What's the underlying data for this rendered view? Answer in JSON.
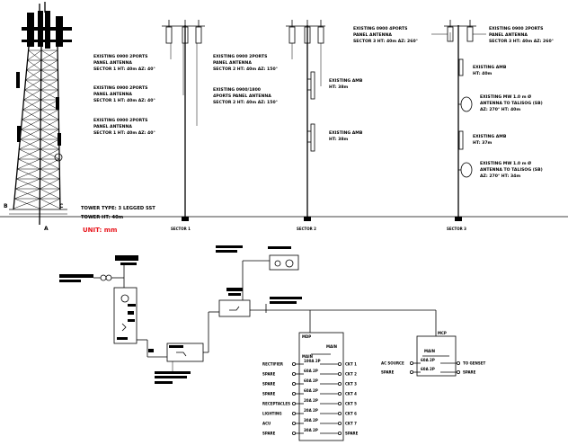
{
  "tower": {
    "labels": {
      "b": "B",
      "c": "C",
      "a": "A"
    },
    "type_line": "TOWER TYPE: 3 LEGGED SST",
    "height_line": "TOWER HT: 40m",
    "unit_line": "UNIT: mm"
  },
  "sectors": [
    {
      "name": "SECTOR 1",
      "callouts": [
        [
          "EXISTING 0900 2PORTS",
          "PANEL ANTENNA",
          "SECTOR 1 HT: 40m AZ: 40°"
        ],
        [
          "EXISTING 0900 2PORTS",
          "PANEL ANTENNA",
          "SECTOR 1 HT: 40m AZ: 40°"
        ],
        [
          "EXISTING 0900 2PORTS",
          "PANEL ANTENNA",
          "SECTOR 1 HT: 40m AZ: 40°"
        ]
      ]
    },
    {
      "name": "SECTOR 2",
      "callouts": [
        [
          "EXISTING 0900 2PORTS",
          "PANEL ANTENNA",
          "SECTOR 2 HT: 40m AZ: 150°"
        ],
        [
          "EXISTING 0900/1800",
          "4PORTS PANEL ANTENNA",
          "SECTOR 2 HT: 40m AZ: 150°"
        ],
        [
          "EXISTING AMB",
          "HT: 38m"
        ],
        [
          "EXISTING AMB",
          "HT: 38m"
        ]
      ]
    },
    {
      "name": "SECTOR 3",
      "callouts": [
        [
          "EXISTING 0900 4PORTS",
          "PANEL ANTENNA",
          "SECTOR 3 HT: 40m AZ: 260°"
        ],
        [
          "EXISTING 0900 2PORTS",
          "PANEL ANTENNA",
          "SECTOR 3 HT: 40m AZ: 260°"
        ],
        [
          "EXISTING AMB",
          "HT: 40m"
        ],
        [
          "EXISTING MW 1.0 m Ø",
          "ANTENNA TO TALISOG (SB)",
          "AZ: 270° HT: 40m"
        ],
        [
          "EXISTING AMB",
          "HT: 37m"
        ],
        [
          "EXISTING MW 1.0 m Ø",
          "ANTENNA TO TALISOG (SB)",
          "AZ: 270° HT: 34m"
        ]
      ]
    }
  ],
  "schematic": {
    "left_panel": {
      "title": "MDP",
      "header_a": "MAIN",
      "header_b": "MAIN"
    },
    "left_panel_rows": [
      {
        "label": "RECTIFIER",
        "breaker": "100A 2P",
        "circuit": "CKT 1"
      },
      {
        "label": "SPARE",
        "breaker": "60A 2P",
        "circuit": "CKT 2"
      },
      {
        "label": "SPARE",
        "breaker": "60A 2P",
        "circuit": "CKT 3"
      },
      {
        "label": "SPARE",
        "breaker": "60A 2P",
        "circuit": "CKT 4"
      },
      {
        "label": "RECEPTACLES",
        "breaker": "20A 2P",
        "circuit": "CKT 5"
      },
      {
        "label": "LIGHTING",
        "breaker": "20A 2P",
        "circuit": "CKT 6"
      },
      {
        "label": "ACU",
        "breaker": "30A 2P",
        "circuit": "CKT 7"
      },
      {
        "label": "SPARE",
        "breaker": "30A 2P",
        "circuit": "SPARE"
      }
    ],
    "right_panel": {
      "title": "MCP",
      "header": "MAIN"
    },
    "right_panel_rows": [
      {
        "label": "AC SOURCE",
        "breaker": "60A 2P",
        "circuit": "TO GENSET"
      },
      {
        "label": "SPARE",
        "breaker": "60A 2P",
        "circuit": "SPARE"
      }
    ]
  }
}
